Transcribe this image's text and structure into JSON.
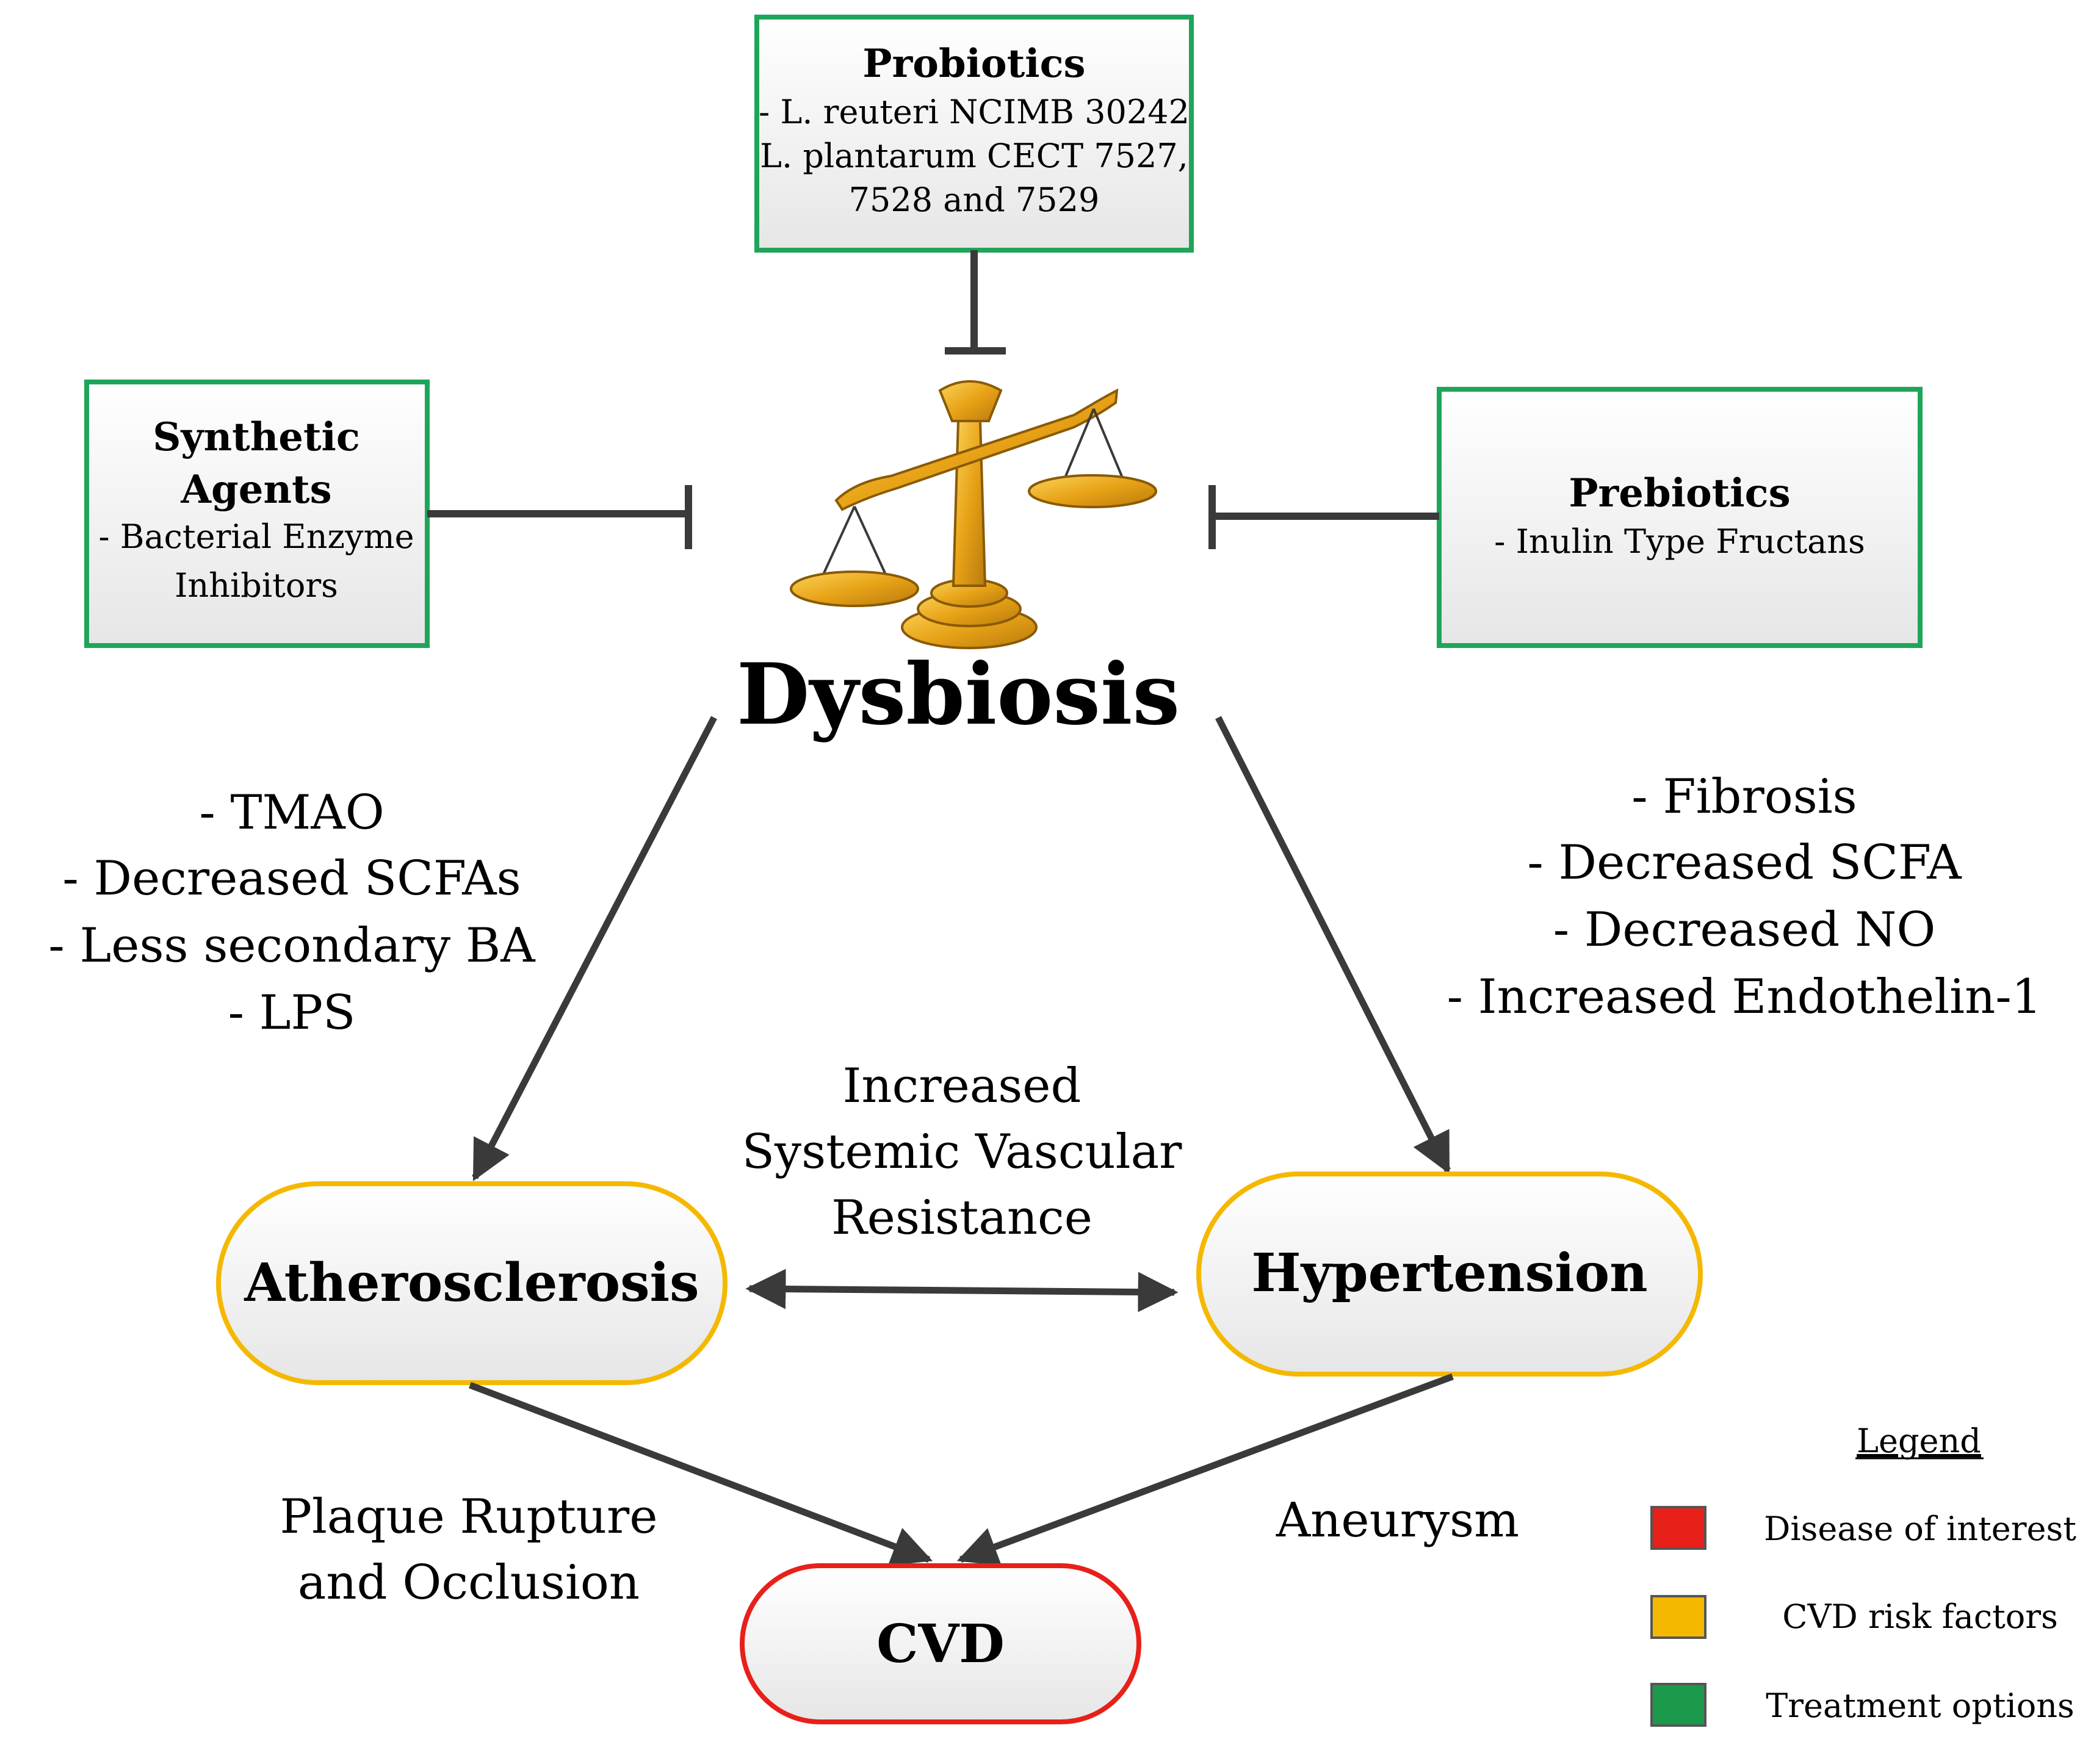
{
  "treatments": {
    "probiotics": {
      "title": "Probiotics",
      "lines": [
        "- L. reuteri NCIMB 30242",
        "L. plantarum CECT 7527,",
        "7528 and 7529"
      ]
    },
    "synthetic": {
      "title_lines": [
        "Synthetic",
        "Agents"
      ],
      "lines": [
        "- Bacterial Enzyme",
        "Inhibitors"
      ]
    },
    "prebiotics": {
      "title": "Prebiotics",
      "lines": [
        "- Inulin Type Fructans"
      ]
    }
  },
  "center": {
    "title": "Dysbiosis",
    "icon": "balance-scale-icon"
  },
  "left_factors": [
    "- TMAO",
    "- Decreased SCFAs",
    "- Less secondary BA",
    "- LPS"
  ],
  "right_factors": [
    "- Fibrosis",
    "- Decreased SCFA",
    "- Decreased NO",
    "- Increased Endothelin-1"
  ],
  "middle_label": [
    "Increased",
    "Systemic Vascular",
    "Resistance"
  ],
  "nodes": {
    "atherosclerosis": "Atherosclerosis",
    "hypertension": "Hypertension",
    "cvd": "CVD"
  },
  "edge_labels": {
    "plaque": [
      "Plaque Rupture",
      "and Occlusion"
    ],
    "aneurysm": "Aneurysm"
  },
  "legend": {
    "title": "Legend",
    "items": [
      {
        "label": "Disease of interest",
        "color": "#e8201a"
      },
      {
        "label": "CVD risk factors",
        "color": "#f5b800"
      },
      {
        "label": "Treatment options",
        "color": "#1a9a4a"
      }
    ]
  },
  "colors": {
    "treatment_border": "#1fa55a",
    "risk_border": "#f5b800",
    "disease_border": "#e8201a",
    "arrow": "#3a3a3a",
    "scale_gold": "#e8a317"
  }
}
